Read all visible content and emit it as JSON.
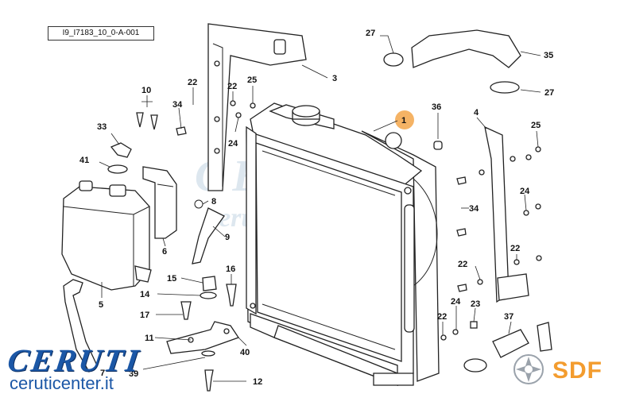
{
  "reference_code": "I9_I7183_10_0-A-001",
  "watermark": {
    "brand": "CERUTI",
    "site": "ceruticenter.it"
  },
  "logo_brand": "CERUTI",
  "logo_site": "ceruticenter.it",
  "sdf_brand": "SDF",
  "colors": {
    "brand_blue": "#1b57a6",
    "sdf_orange": "#f39c2e",
    "highlight_orange": "#f3a64a",
    "watermark": "#dde7ef"
  },
  "callouts": {
    "c1": "1",
    "c3": "3",
    "c4": "4",
    "c5": "5",
    "c6": "6",
    "c7": "7",
    "c8": "8",
    "c9": "9",
    "c10": "10",
    "c11": "11",
    "c12": "12",
    "c14": "14",
    "c15": "15",
    "c16": "16",
    "c17": "17",
    "c22a": "22",
    "c22b": "22",
    "c22c": "22",
    "c22d": "22",
    "c22e": "22",
    "c23": "23",
    "c24a": "24",
    "c24b": "24",
    "c24c": "24",
    "c25a": "25",
    "c25b": "25",
    "c27a": "27",
    "c27b": "27",
    "c33": "33",
    "c34a": "34",
    "c34b": "34",
    "c35": "35",
    "c36": "36",
    "c37": "37",
    "c39": "39",
    "c40": "40",
    "c41": "41"
  }
}
